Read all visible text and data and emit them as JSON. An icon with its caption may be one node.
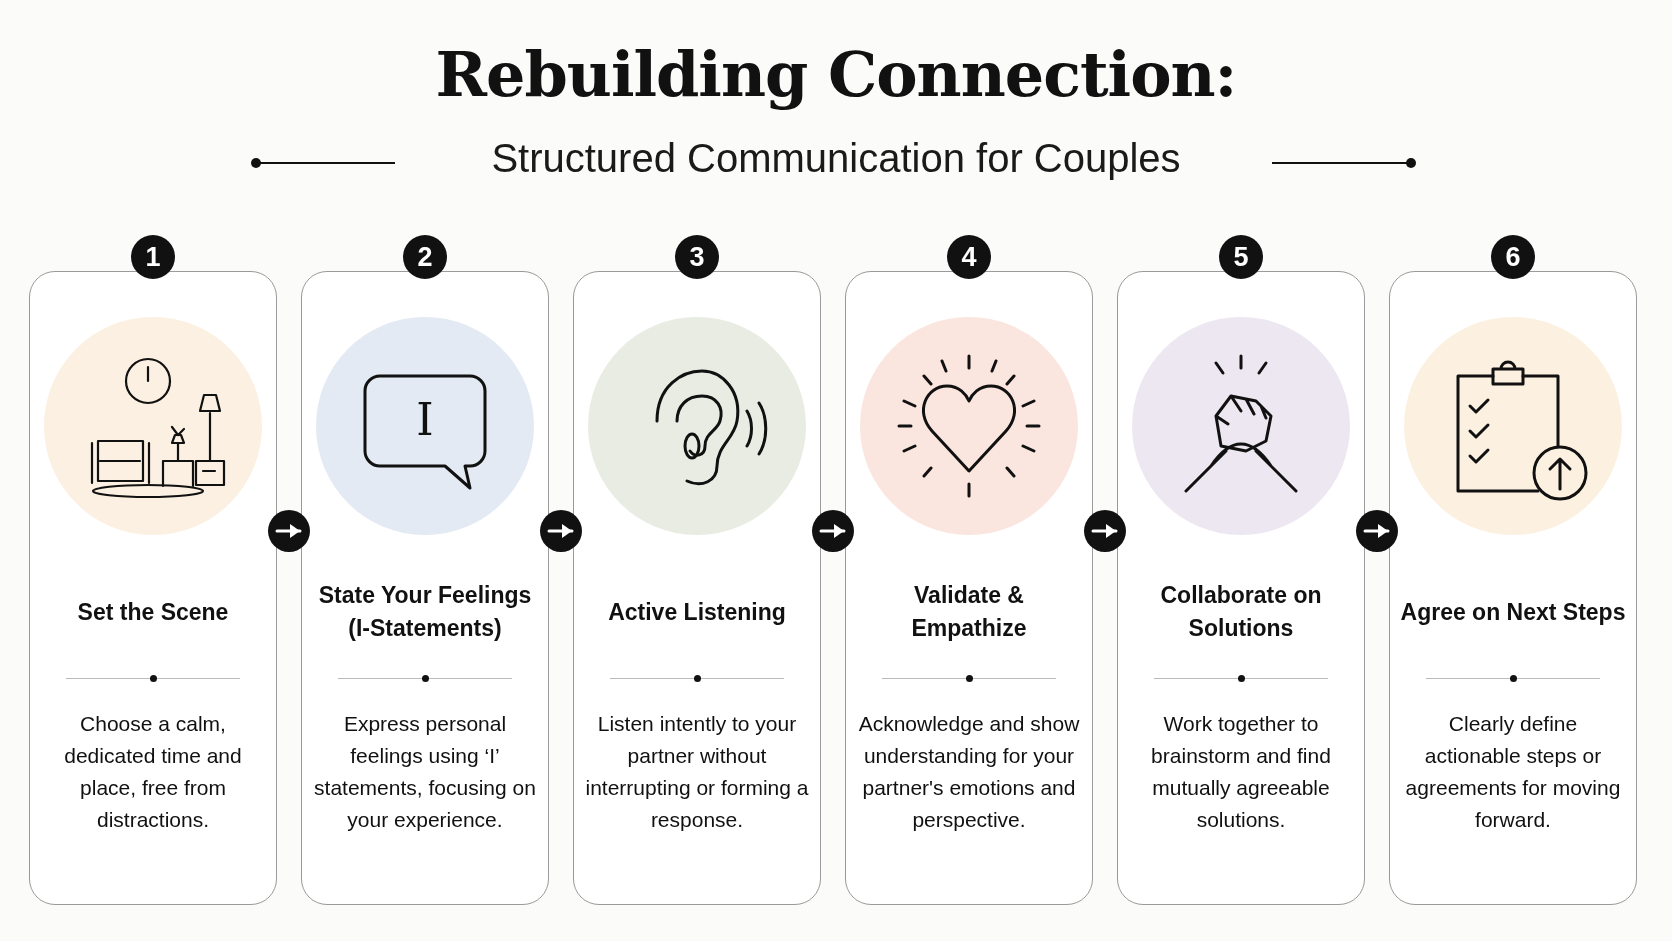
{
  "diagram": {
    "title": "Rebuilding Connection:",
    "nodes": [
      {
        "text": [
          "1"
        ]
      },
      {
        "text": [
          "Set the Scene",
          "Choose a calm, dedicated time and place, free from distractions."
        ]
      },
      {
        "text": [
          "2"
        ]
      },
      {
        "text": [
          "State Your Feelings (I-Statements)",
          "Express personal feelings using ‘I’ statements, focusing on your experience."
        ]
      },
      {
        "text": [
          "3"
        ]
      },
      {
        "text": [
          "Active Listening",
          "Listen intently to your partner without interrupting or forming a response."
        ]
      },
      {
        "text": [
          "4"
        ]
      },
      {
        "text": [
          "Validate & Empathize",
          "Acknowledge and show understanding for your partner's emotions and perspective."
        ]
      },
      {
        "text": [
          "5"
        ]
      },
      {
        "text": [
          "Collaborate on Solutions",
          "Work together to brainstorm and find mutually agreeable solutions."
        ]
      },
      {
        "text": [
          "6"
        ]
      },
      {
        "text": [
          "Agree on Next Steps",
          "Clearly define actionable steps or agreements for moving forward."
        ]
      }
    ],
    "edges": [
      {
        "from": 1,
        "to": 3,
        "arrow": "to"
      },
      {
        "from": 3,
        "to": 5,
        "arrow": "to"
      },
      {
        "from": 5,
        "to": 7,
        "arrow": "to"
      },
      {
        "from": 7,
        "to": 9,
        "arrow": "to"
      },
      {
        "from": 9,
        "to": 11,
        "arrow": "to"
      }
    ],
    "labels": [
      "Structured Communication for Couples",
      "I"
    ]
  }
}
